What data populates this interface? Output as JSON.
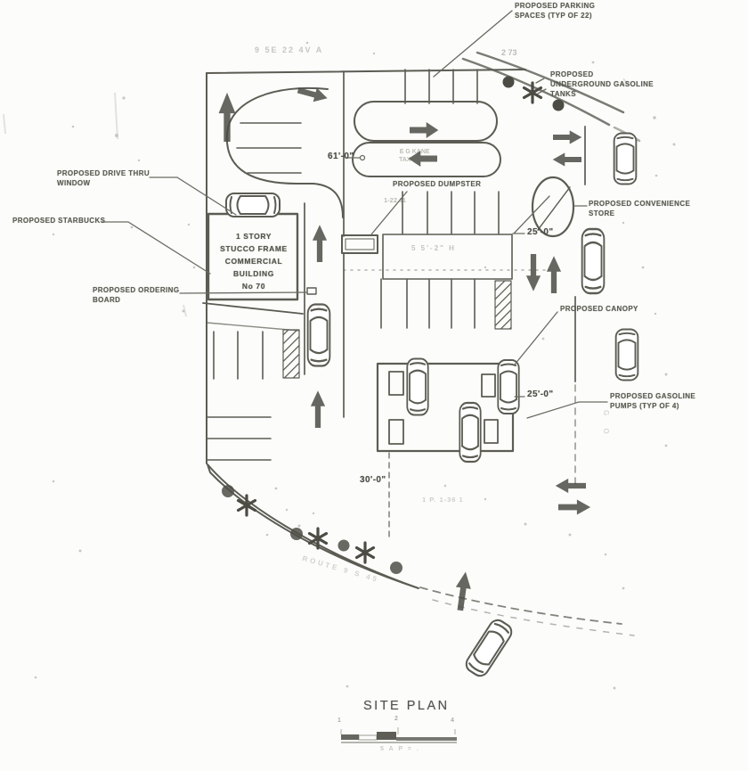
{
  "page": {
    "title": "SITE PLAN"
  },
  "labels": {
    "parking_spaces": {
      "line1": "PROPOSED PARKING",
      "line2": "SPACES (TYP OF 22)"
    },
    "underground_tanks": {
      "line1": "PROPOSED",
      "line2": "UNDERGROUND GASOLINE",
      "line3": "TANKS"
    },
    "drive_thru_window": {
      "line1": "PROPOSED DRIVE THRU",
      "line2": "WINDOW"
    },
    "starbucks": {
      "line1": "PROPOSED STARBUCKS"
    },
    "ordering_board": {
      "line1": "PROPOSED ORDERING",
      "line2": "BOARD"
    },
    "dumpster": {
      "line1": "PROPOSED DUMPSTER"
    },
    "convenience_store": {
      "line1": "PROPOSED CONVENIENCE",
      "line2": "STORE"
    },
    "canopy": {
      "line1": "PROPOSED CANOPY"
    },
    "gasoline_pumps": {
      "line1": "PROPOSED GASOLINE",
      "line2": "PUMPS (TYP OF 4)"
    }
  },
  "building": {
    "line1": "1 STORY",
    "line2": "STUCCO FRAME",
    "line3": "COMMERCIAL",
    "line4": "BUILDING",
    "line5": "No 70"
  },
  "dimensions": {
    "drive_aisle": "61'-0\"",
    "store_setback": "25'-0\"",
    "canopy_setback": "25'-0\"",
    "driveway": "30'-0\"",
    "survey_mark": "2 73"
  },
  "annotations": {
    "section_note": "9 5E 22 4V A",
    "aisle_owner_line1": "E G KANE",
    "aisle_owner_line2": "TAX LOT 1",
    "lot_number": "1-22 11",
    "space_count_note": "5 5'-2\" H",
    "parcel_note": "1 P. 1-36 1",
    "road_name": "ROUTE 9 S 45",
    "margin_note": "G O"
  },
  "scale_bar": {
    "tick1": "1",
    "tick2": "2",
    "tick3": "4",
    "note": "5 A P = ."
  },
  "colors": {
    "ink": "#5c5c54",
    "fill_dark": "#4c4c45",
    "paper": "#fcfcfa",
    "faint_ink": "#84847c"
  }
}
